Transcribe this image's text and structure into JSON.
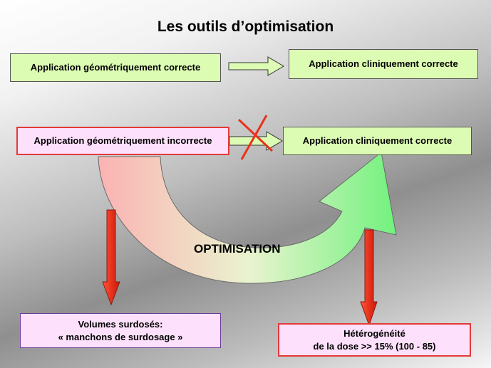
{
  "title": "Les outils d’optimisation",
  "top_row": {
    "left_box": "Application  géométriquement correcte",
    "right_box": "Application  cliniquement   correcte"
  },
  "middle_row": {
    "left_box": "Application  géométriquement incorrecte",
    "right_box": "Application  cliniquement   correcte"
  },
  "optimisation_label": "OPTIMISATION",
  "bottom_left": {
    "line1": "Volumes surdosés:",
    "line2": "« manchons de surdosage »"
  },
  "bottom_right": {
    "line1": "Hétérogénéité",
    "line2": "de la dose >> 15%   (100 - 85)"
  },
  "colors": {
    "green_box": "#ddfcb3",
    "pink_box": "#fde0fb",
    "red_arrow": "#e8321d",
    "cross": "#e8321d"
  }
}
